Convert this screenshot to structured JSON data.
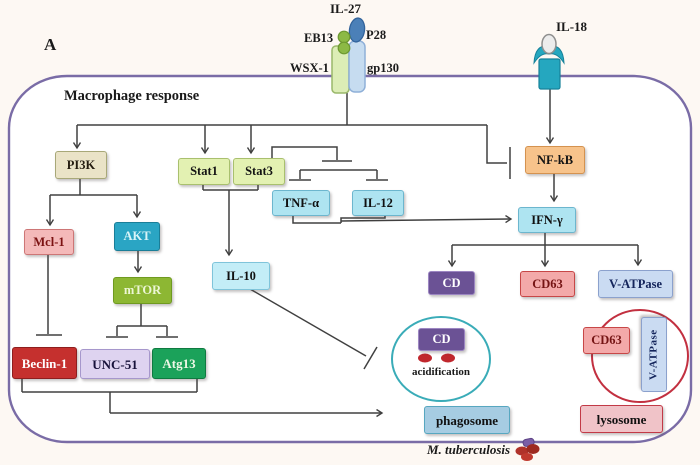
{
  "panel_label": "A",
  "membrane_label": "Macrophage response",
  "receptors": {
    "il27_complex": {
      "ligand": "IL-27",
      "subunit_left": "EB13",
      "subunit_right": "P28",
      "receptor_left": "WSX-1",
      "receptor_right": "gp130"
    },
    "il18": {
      "ligand": "IL-18"
    }
  },
  "nodes": {
    "pi3k": {
      "label": "PI3K"
    },
    "stat1": {
      "label": "Stat1"
    },
    "stat3": {
      "label": "Stat3"
    },
    "tnf_alpha": {
      "label": "TNF-α"
    },
    "il12": {
      "label": "IL-12"
    },
    "nfkb": {
      "label": "NF-kB"
    },
    "ifn_gamma": {
      "label": "IFN-γ"
    },
    "mcl1": {
      "label": "Mcl-1"
    },
    "akt": {
      "label": "AKT"
    },
    "mtor": {
      "label": "mTOR"
    },
    "il10": {
      "label": "IL-10"
    },
    "beclin1": {
      "label": "Beclin-1"
    },
    "unc51": {
      "label": "UNC-51"
    },
    "atg13": {
      "label": "Atg13"
    },
    "cd": {
      "label": "CD"
    },
    "cd63": {
      "label": "CD63"
    },
    "v_atpase": {
      "label": "V-ATPase"
    }
  },
  "phagosome": {
    "cd_label": "CD",
    "acidification_label": "acidification",
    "name": "phagosome"
  },
  "lysosome": {
    "cd63_label": "CD63",
    "v_atpase_label": "V-ATPase",
    "name": "lysosome"
  },
  "pathogen": {
    "name": "M. tuberculosis"
  },
  "colors": {
    "membrane_border": "#7a6ca6",
    "phagosome_circle": "#3aacb8",
    "lysosome_circle": "#c23040",
    "connector": "#404040",
    "acidification_dots": "#c0272d",
    "cd_purple": "#6b5295",
    "nfkb_orange": "#f7c38b",
    "akt_teal": "#2aa5c4",
    "mtor_green": "#8db733",
    "beclin_red": "#c5302e",
    "atg_green": "#1ba25a"
  }
}
